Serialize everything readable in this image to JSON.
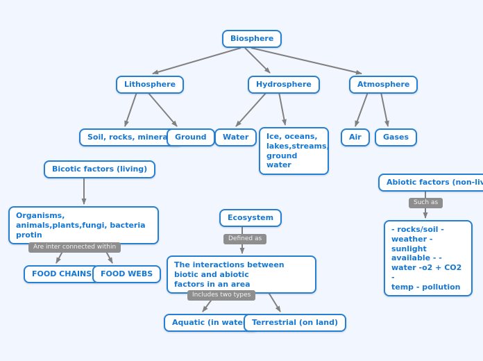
{
  "diagram": {
    "type": "concept-map",
    "colors": {
      "background": "#f2f6fe",
      "node_border": "#2580d3",
      "node_text": "#1577d2",
      "node_fill": "#ffffff",
      "edge": "#808080",
      "edge_label_bg": "#8e8e8e",
      "edge_label_text": "#f2f2f2"
    }
  },
  "nodes": [
    {
      "id": "biosphere",
      "label": "Biosphere"
    },
    {
      "id": "lithosphere",
      "label": "Lithosphere"
    },
    {
      "id": "hydrosphere",
      "label": "Hydrosphere"
    },
    {
      "id": "atmosphere",
      "label": "Atmosphere"
    },
    {
      "id": "soil",
      "label": "Soil, rocks, minerals"
    },
    {
      "id": "ground",
      "label": "Ground"
    },
    {
      "id": "water",
      "label": "Water"
    },
    {
      "id": "ice",
      "label": "Ice, oceans,\nlakes,streams,\nground water"
    },
    {
      "id": "air",
      "label": "Air"
    },
    {
      "id": "gases",
      "label": "Gases"
    },
    {
      "id": "bicotic",
      "label": "Bicotic factors (living)"
    },
    {
      "id": "organisms",
      "label": "Organisms, animals,plants,fungi, bacteria\nprotin"
    },
    {
      "id": "food-chains",
      "label": "FOOD CHAINS"
    },
    {
      "id": "food-webs",
      "label": "FOOD WEBS"
    },
    {
      "id": "ecosystem",
      "label": "Ecosystem"
    },
    {
      "id": "interactions",
      "label": "The interactions between biotic and abiotic\nfactors in an area"
    },
    {
      "id": "aquatic",
      "label": "Aquatic (in water)"
    },
    {
      "id": "terrestrial",
      "label": "Terrestrial (on land)"
    },
    {
      "id": "abiotic",
      "label": "Abiotic factors (non-living)"
    },
    {
      "id": "abiotic-list",
      "label": "- rocks/soil - weather -\nsunlight available - -\nwater -o2 + CO2 -\ntemp - pollution"
    }
  ],
  "edge_labels": [
    {
      "id": "are-inter-connected",
      "label": "Are inter connected within"
    },
    {
      "id": "defined-as",
      "label": "Defined as"
    },
    {
      "id": "includes-two-types",
      "label": "Includes two types"
    },
    {
      "id": "such-as",
      "label": "Such as"
    }
  ]
}
